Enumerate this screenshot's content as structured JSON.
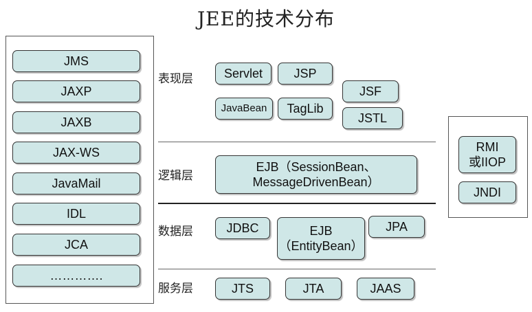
{
  "title": "JEE的技术分布",
  "left_column": [
    "JMS",
    "JAXP",
    "JAXB",
    "JAX-WS",
    "JavaMail",
    "IDL",
    "JCA",
    "…………."
  ],
  "layers": {
    "presentation": {
      "label": "表现层",
      "items": [
        "Servlet",
        "JSP",
        "JSF",
        "JavaBean",
        "TagLib",
        "JSTL"
      ]
    },
    "logic": {
      "label": "逻辑层",
      "items": [
        "EJB（SessionBean、\nMessageDrivenBean）"
      ]
    },
    "data": {
      "label": "数据层",
      "items": [
        "JDBC",
        "EJB\n（EntityBean）",
        "JPA"
      ]
    },
    "service": {
      "label": "服务层",
      "items": [
        "JTS",
        "JTA",
        "JAAS"
      ]
    }
  },
  "right_column": [
    "RMI\n或IIOP",
    "JNDI"
  ],
  "colors": {
    "box_fill": "#cfe7e7",
    "box_border": "#333333"
  }
}
